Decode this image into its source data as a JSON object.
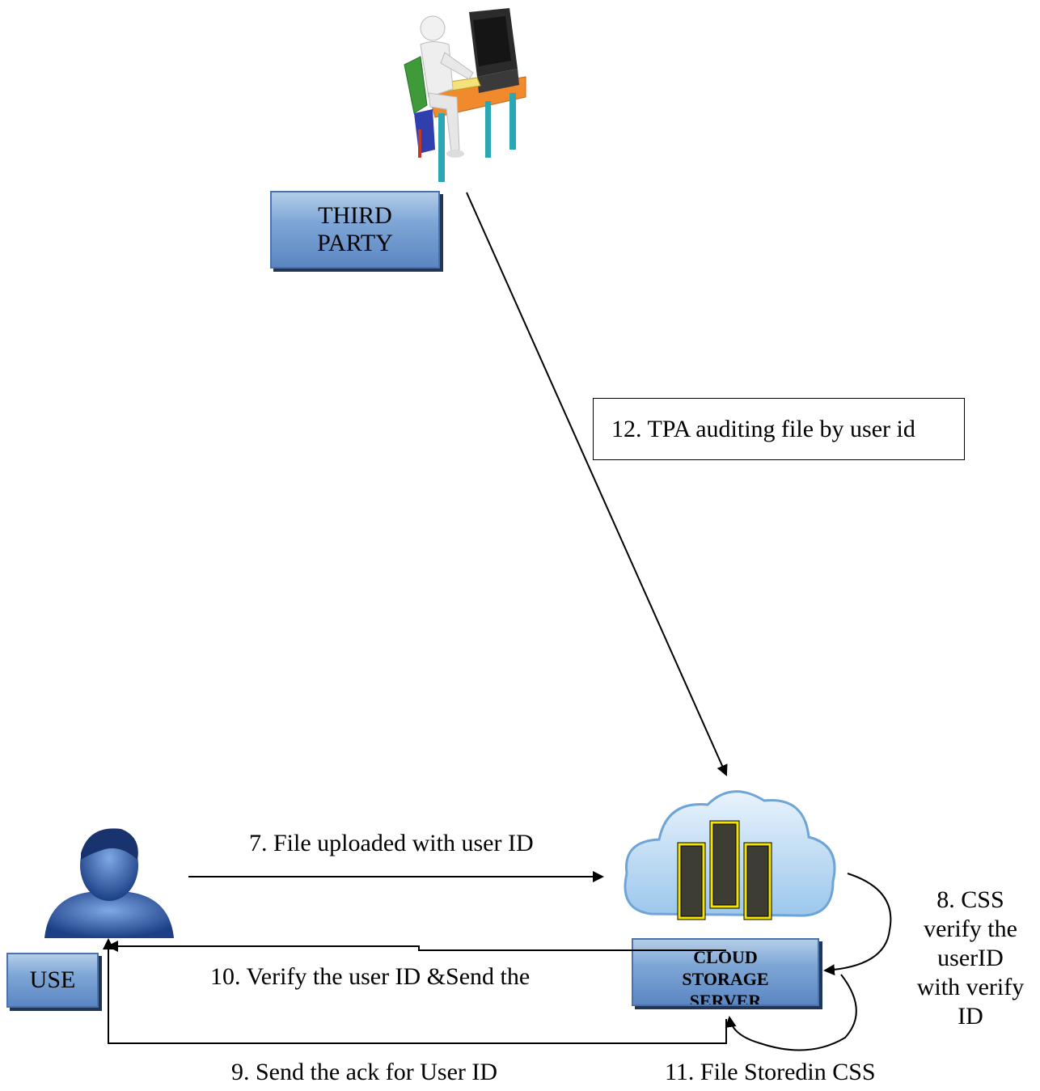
{
  "third_party": {
    "label_line1": "THIRD",
    "label_line2": "PARTY"
  },
  "user": {
    "label": "USE"
  },
  "cloud": {
    "label_line1": "CLOUD",
    "label_line2": "STORAGE",
    "label_line3": "SERVER"
  },
  "steps": {
    "step7": "7. File uploaded with user ID",
    "step8_l1": "8. CSS",
    "step8_l2": "verify the",
    "step8_l3": "userID",
    "step8_l4": "with verify",
    "step8_l5": "ID",
    "step9": "9. Send the ack for User ID",
    "step10": "10. Verify the user ID &Send the",
    "step11": "11. File Storedin CSS",
    "step12": "12. TPA auditing file by user id"
  },
  "icons": [
    "person-at-computer-icon",
    "user-avatar-icon",
    "cloud-servers-icon"
  ],
  "colors": {
    "box_fill": "#7ea6d6",
    "box_border": "#4a72ad",
    "box_shadow": "#1f3659"
  }
}
